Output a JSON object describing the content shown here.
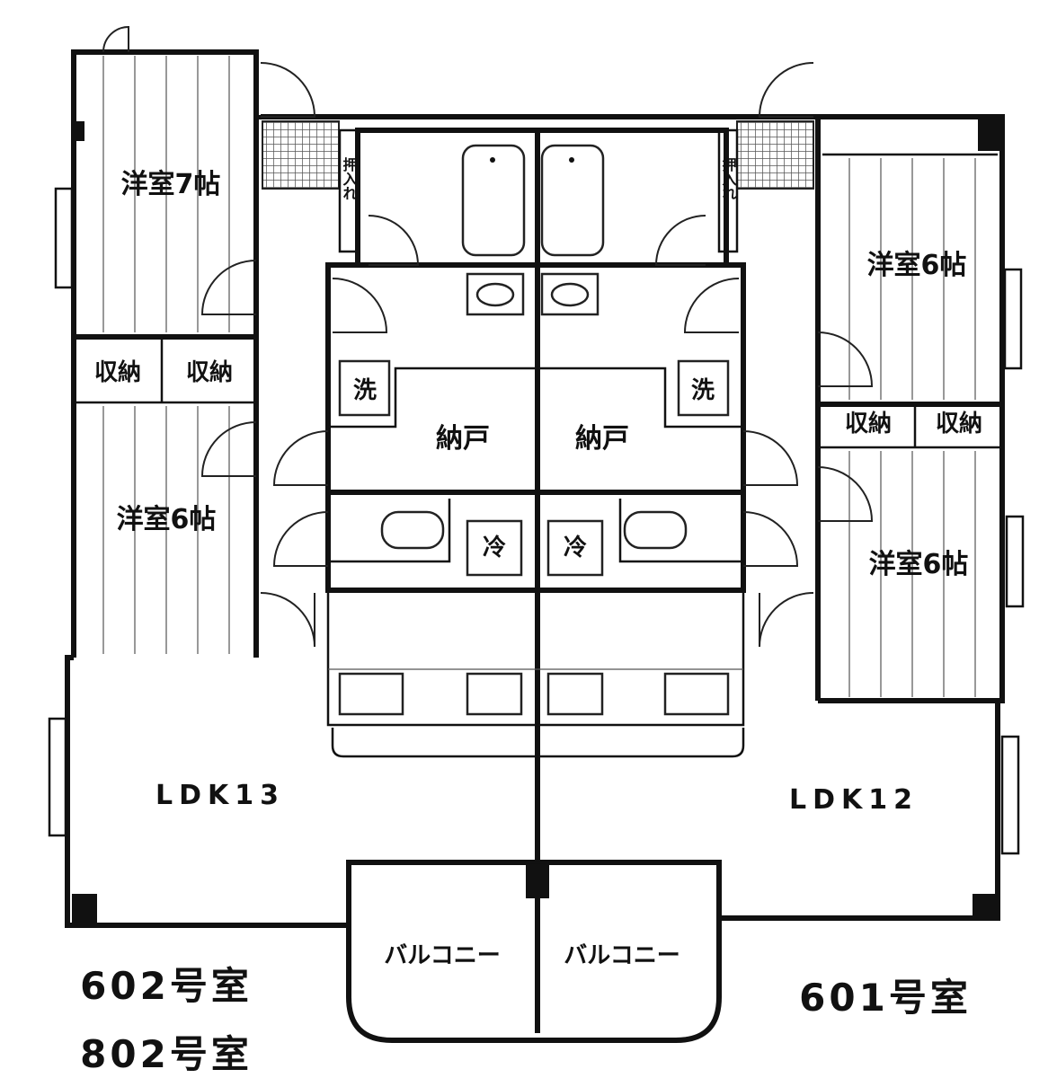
{
  "labels": {
    "left_unit": {
      "western_7": "洋室7帖",
      "storage_a": "収納",
      "storage_b": "収納",
      "western_6": "洋室6帖",
      "closet": "押入れ",
      "washer": "洗",
      "storeroom": "納戸",
      "fridge": "冷",
      "ldk": "LDK13",
      "balcony": "バルコニー"
    },
    "right_unit": {
      "western_6_upper": "洋室6帖",
      "storage_a": "収納",
      "storage_b": "収納",
      "western_6_lower": "洋室6帖",
      "closet": "押入れ",
      "washer": "洗",
      "storeroom": "納戸",
      "fridge": "冷",
      "ldk": "LDK12",
      "balcony": "バルコニー"
    }
  },
  "unit_numbers": {
    "left_line_1": "602号室",
    "left_line_2": "802号室",
    "right_line_1": "601号室"
  }
}
